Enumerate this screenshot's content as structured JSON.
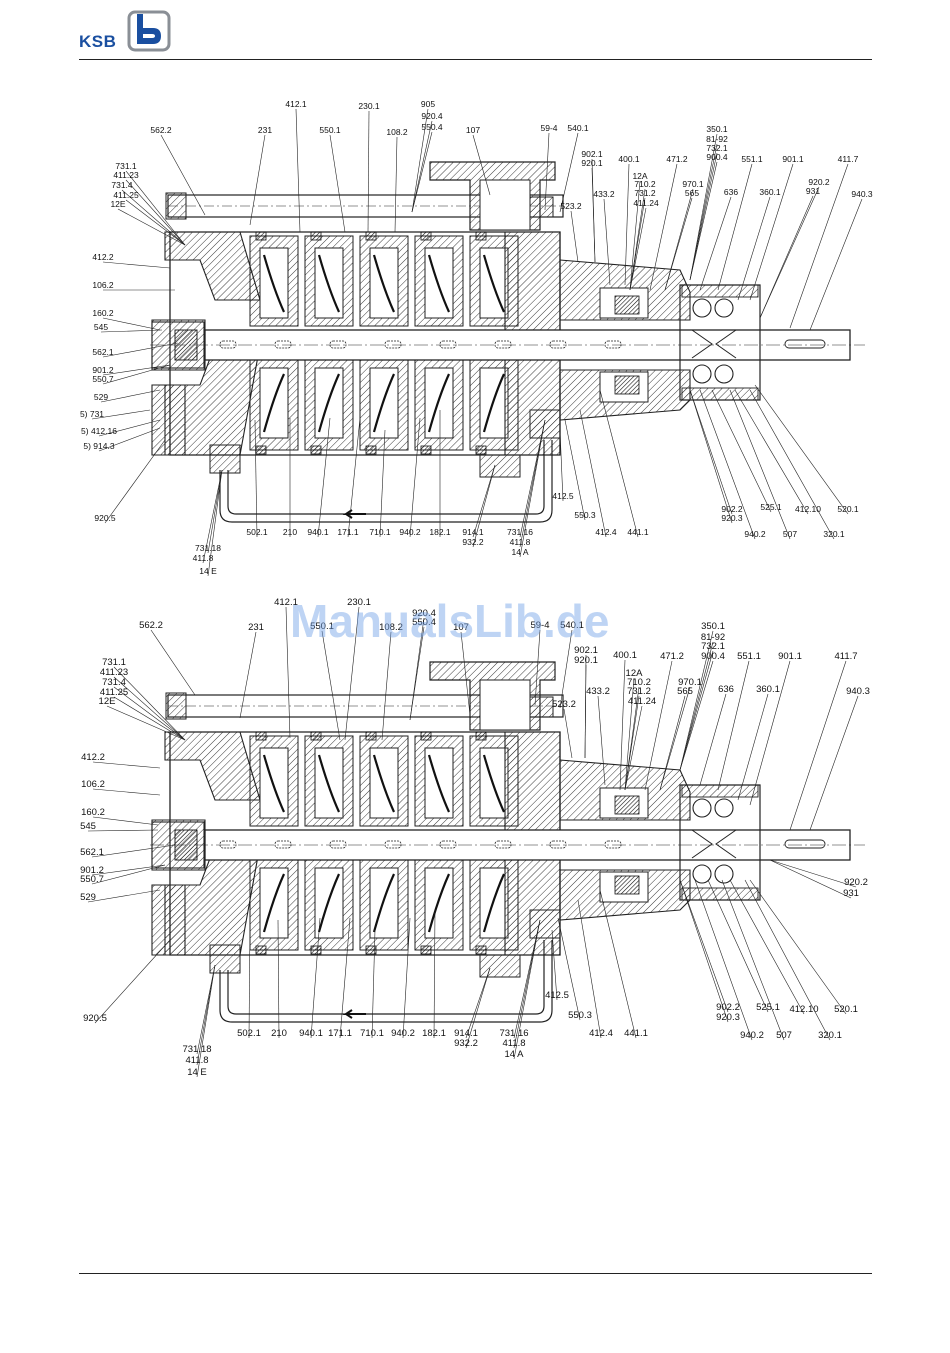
{
  "brand": {
    "name": "KSB",
    "accent": "#1a4fa0",
    "logo_icon": "ksb-b-logo-icon"
  },
  "watermark": "ManualsLib.de",
  "diagrams": [
    {
      "labels": [
        "562.2",
        "231",
        "412.1",
        "550.1",
        "230.1",
        "108.2",
        "905",
        "920.4",
        "550.4",
        "107",
        "59-4",
        "540.1",
        "902.1",
        "920.1",
        "400.1",
        "12A",
        "710.2",
        "731.2",
        "411.24",
        "433.2",
        "471.2",
        "970.1",
        "565",
        "350.1",
        "81-92",
        "732.1",
        "900.4",
        "636",
        "551.1",
        "360.1",
        "901.1",
        "920.2",
        "931",
        "411.7",
        "940.3",
        "523.2",
        "731.1",
        "411.23",
        "731.4",
        "411.25",
        "12E",
        "412.2",
        "106.2",
        "160.2",
        "545",
        "562.1",
        "901.2",
        "550.7",
        "529",
        "5) 731",
        "5) 412.16",
        "5) 914.3",
        "920.5",
        "731.18",
        "411.8",
        "14 E",
        "502.1",
        "210",
        "940.1",
        "171.1",
        "710.1",
        "940.2",
        "182.1",
        "914.1",
        "932.2",
        "731.16",
        "411.8",
        "14 A",
        "412.5",
        "550.3",
        "412.4",
        "441.1",
        "902.2",
        "920.3",
        "940.2",
        "525.1",
        "507",
        "412.10",
        "320.1",
        "520.1"
      ]
    },
    {
      "labels": [
        "562.2",
        "231",
        "412.1",
        "230.1",
        "550.1",
        "108.2",
        "920.4",
        "550.4",
        "107",
        "59-4",
        "540.1",
        "902.1",
        "920.1",
        "400.1",
        "12A",
        "710.2",
        "731.2",
        "411.24",
        "433.2",
        "471.2",
        "970.1",
        "565",
        "350.1",
        "81-92",
        "732.1",
        "900.4",
        "636",
        "551.1",
        "360.1",
        "901.1",
        "411.7",
        "940.3",
        "523.2",
        "731.1",
        "411.23",
        "731.4",
        "411.25",
        "12E",
        "412.2",
        "106.2",
        "160.2",
        "545",
        "562.1",
        "901.2",
        "550.7",
        "529",
        "920.5",
        "731.18",
        "411.8",
        "14 E",
        "502.1",
        "210",
        "940.1",
        "171.1",
        "710.1",
        "940.2",
        "182.1",
        "914.1",
        "932.2",
        "731.16",
        "411.8",
        "14 A",
        "412.5",
        "550.3",
        "412.4",
        "441.1",
        "902.2",
        "920.3",
        "940.2",
        "525.1",
        "507",
        "412.10",
        "520.1",
        "320.1",
        "920.2",
        "931"
      ]
    }
  ]
}
